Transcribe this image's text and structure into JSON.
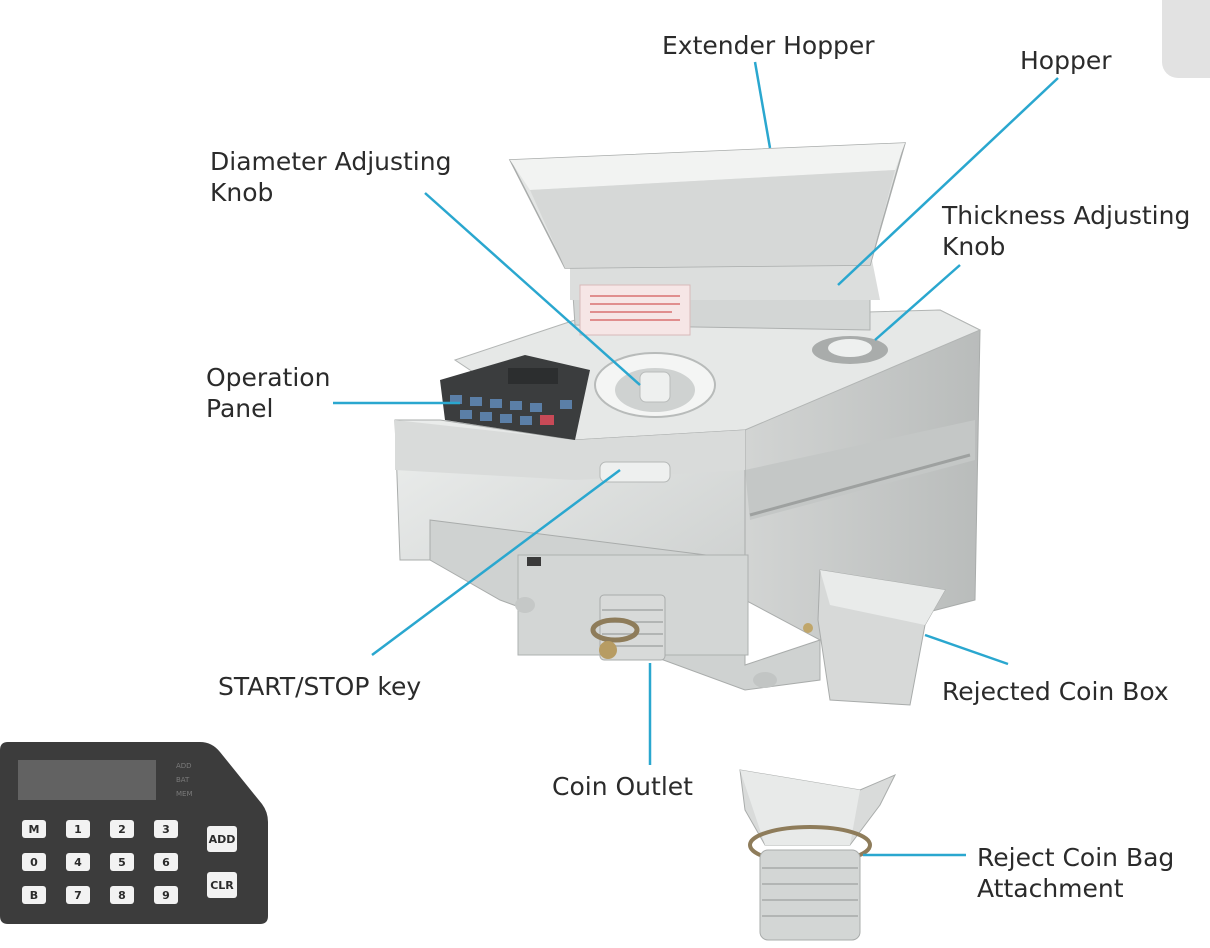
{
  "labels": {
    "extender_hopper": "Extender Hopper",
    "hopper": "Hopper",
    "diameter_knob_line1": "Diameter Adjusting",
    "diameter_knob_line2": "Knob",
    "thickness_knob_line1": "Thickness Adjusting",
    "thickness_knob_line2": "Knob",
    "operation_panel_line1": "Operation",
    "operation_panel_line2": "Panel",
    "start_stop_key": "START/STOP key",
    "rejected_coin_box": "Rejected Coin Box",
    "coin_outlet": "Coin Outlet",
    "reject_bag_line1": "Reject Coin Bag",
    "reject_bag_line2": "Attachment"
  },
  "keypad": {
    "indicators": [
      "ADD",
      "BAT",
      "MEM"
    ],
    "rows": [
      [
        "M",
        "1",
        "2",
        "3"
      ],
      [
        "0",
        "4",
        "5",
        "6"
      ],
      [
        "B",
        "7",
        "8",
        "9"
      ]
    ],
    "side_keys": [
      "ADD",
      "CLR"
    ]
  },
  "colors": {
    "leader_line": "#2aa7cf",
    "machine_body": "#dcdedd",
    "panel_dark": "#3c3c3c"
  }
}
